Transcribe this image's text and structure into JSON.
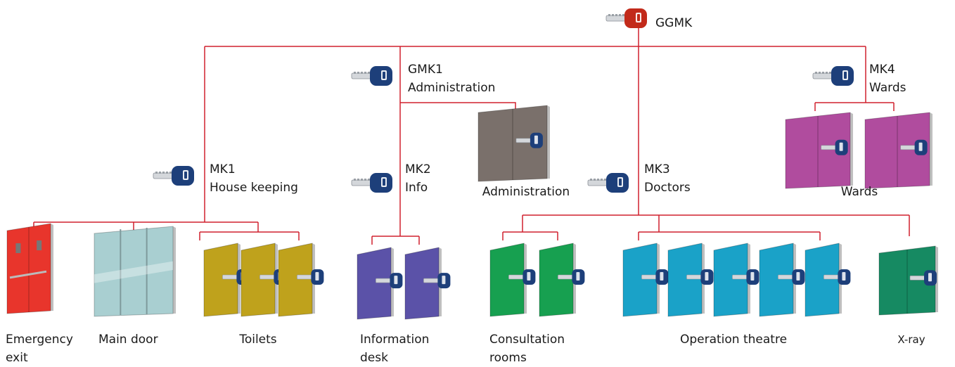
{
  "colors": {
    "line": "#d0202e",
    "key_master": "#c22a1a",
    "key_standard": "#1d3f7a",
    "door_emergency": "#e8352c",
    "door_glass": "#a9cfd1",
    "door_toilets": "#bfa21c",
    "door_info": "#5b52a8",
    "door_admin": "#7a706b",
    "door_consult": "#17a050",
    "door_operation": "#1aa2c8",
    "door_xray": "#168a62",
    "door_wards": "#b04c9e"
  },
  "keys": {
    "ggmk": {
      "line1": "GGMK",
      "icon": "master-key-icon"
    },
    "gmk1": {
      "line1": "GMK1",
      "line2": "Administration",
      "icon": "key-icon"
    },
    "mk1": {
      "line1": "MK1",
      "line2": "House keeping",
      "icon": "key-icon"
    },
    "mk2": {
      "line1": "MK2",
      "line2": "Info",
      "icon": "key-icon"
    },
    "mk3": {
      "line1": "MK3",
      "line2": "Doctors",
      "icon": "key-icon"
    },
    "mk4": {
      "line1": "MK4",
      "line2": "Wards",
      "icon": "key-icon"
    }
  },
  "doors": {
    "emergency": {
      "line1": "Emergency",
      "line2": "exit"
    },
    "main": {
      "line1": "Main door"
    },
    "toilets": {
      "line1": "Toilets"
    },
    "info": {
      "line1": "Information",
      "line2": "desk"
    },
    "consult": {
      "line1": "Consultation",
      "line2": "rooms"
    },
    "operation": {
      "line1": "Operation theatre"
    },
    "xray": {
      "line1": "X-ray"
    },
    "admin": {
      "line1": "Administration"
    },
    "wards": {
      "line1": "Wards"
    }
  }
}
